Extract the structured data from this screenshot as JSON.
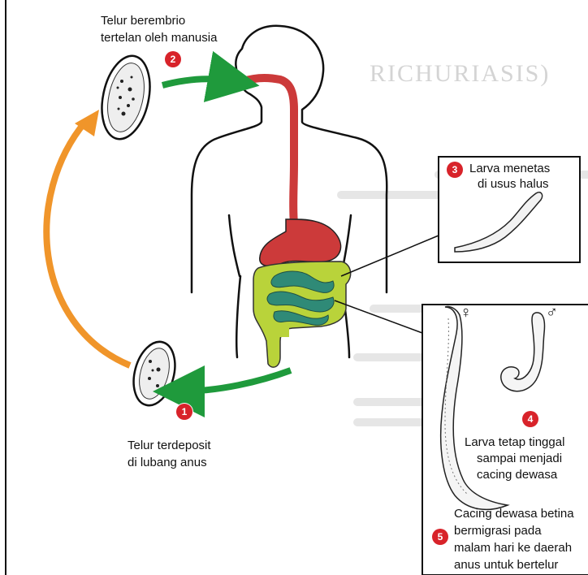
{
  "steps": [
    {
      "number": "1",
      "text": [
        "Telur terdeposit",
        "di lubang anus"
      ]
    },
    {
      "number": "2",
      "text": [
        "Telur berembrio",
        "tertelan oleh manusia"
      ]
    },
    {
      "number": "3",
      "text": [
        "Larva menetas",
        "di usus halus"
      ]
    },
    {
      "number": "4",
      "text": [
        "Larva tetap tinggal",
        "sampai menjadi",
        "cacing dewasa"
      ]
    },
    {
      "number": "5",
      "text": [
        "Cacing dewasa betina",
        "bermigrasi pada",
        "malam hari ke daerah",
        "anus untuk bertelur"
      ]
    }
  ],
  "sex_symbols": {
    "female": "♀",
    "male": "♂"
  },
  "background_heading": "RICHURIASIS)",
  "colors": {
    "digestive_tract": "#cc3a3a",
    "large_intestine": "#b9d33a",
    "small_intestine": "#2f8a77",
    "arrow_green": "#1f9a3c",
    "arrow_orange": "#f0952a",
    "badge": "#d8232a"
  }
}
